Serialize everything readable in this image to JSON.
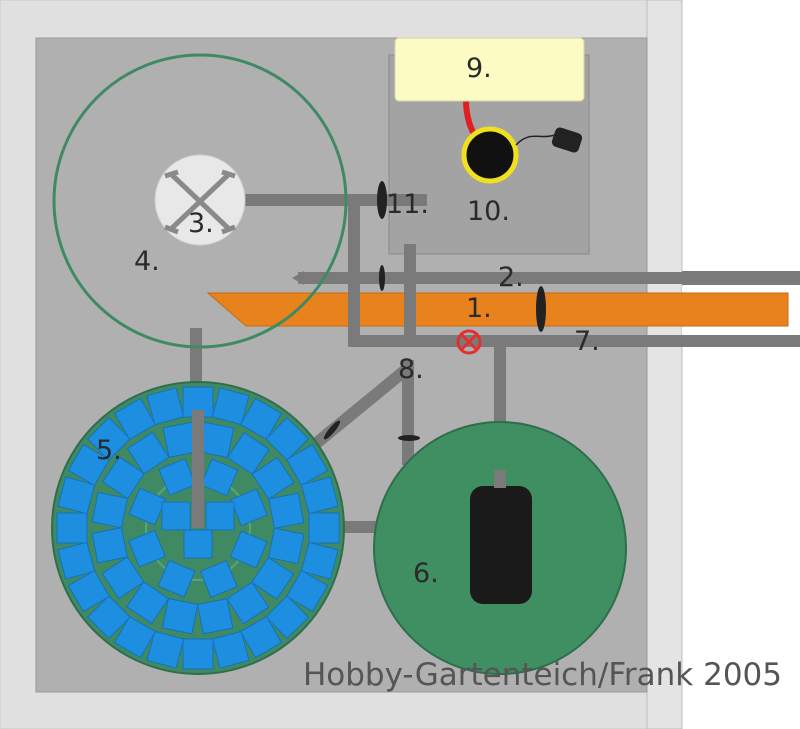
{
  "diagram": {
    "labels": {
      "l1": "1.",
      "l2": "2.",
      "l3": "3.",
      "l4": "4.",
      "l5": "5.",
      "l6": "6.",
      "l7": "7.",
      "l8": "8.",
      "l9": "9.",
      "l10": "10.",
      "l11": "11."
    },
    "credit": "Hobby-Gartenteich/Frank 2005"
  },
  "colors": {
    "outer_frame": "#e0e0e0",
    "inner_panel": "#b0b0b0",
    "pipe": "#7a7a7a",
    "orange_channel": "#e8821c",
    "green_ring": "#3f8a62",
    "green_tank": "#3f8f62",
    "blue_tiles": "#1e8fe0",
    "valve_red": "#e03030",
    "label_box": "#fdfbc4"
  }
}
